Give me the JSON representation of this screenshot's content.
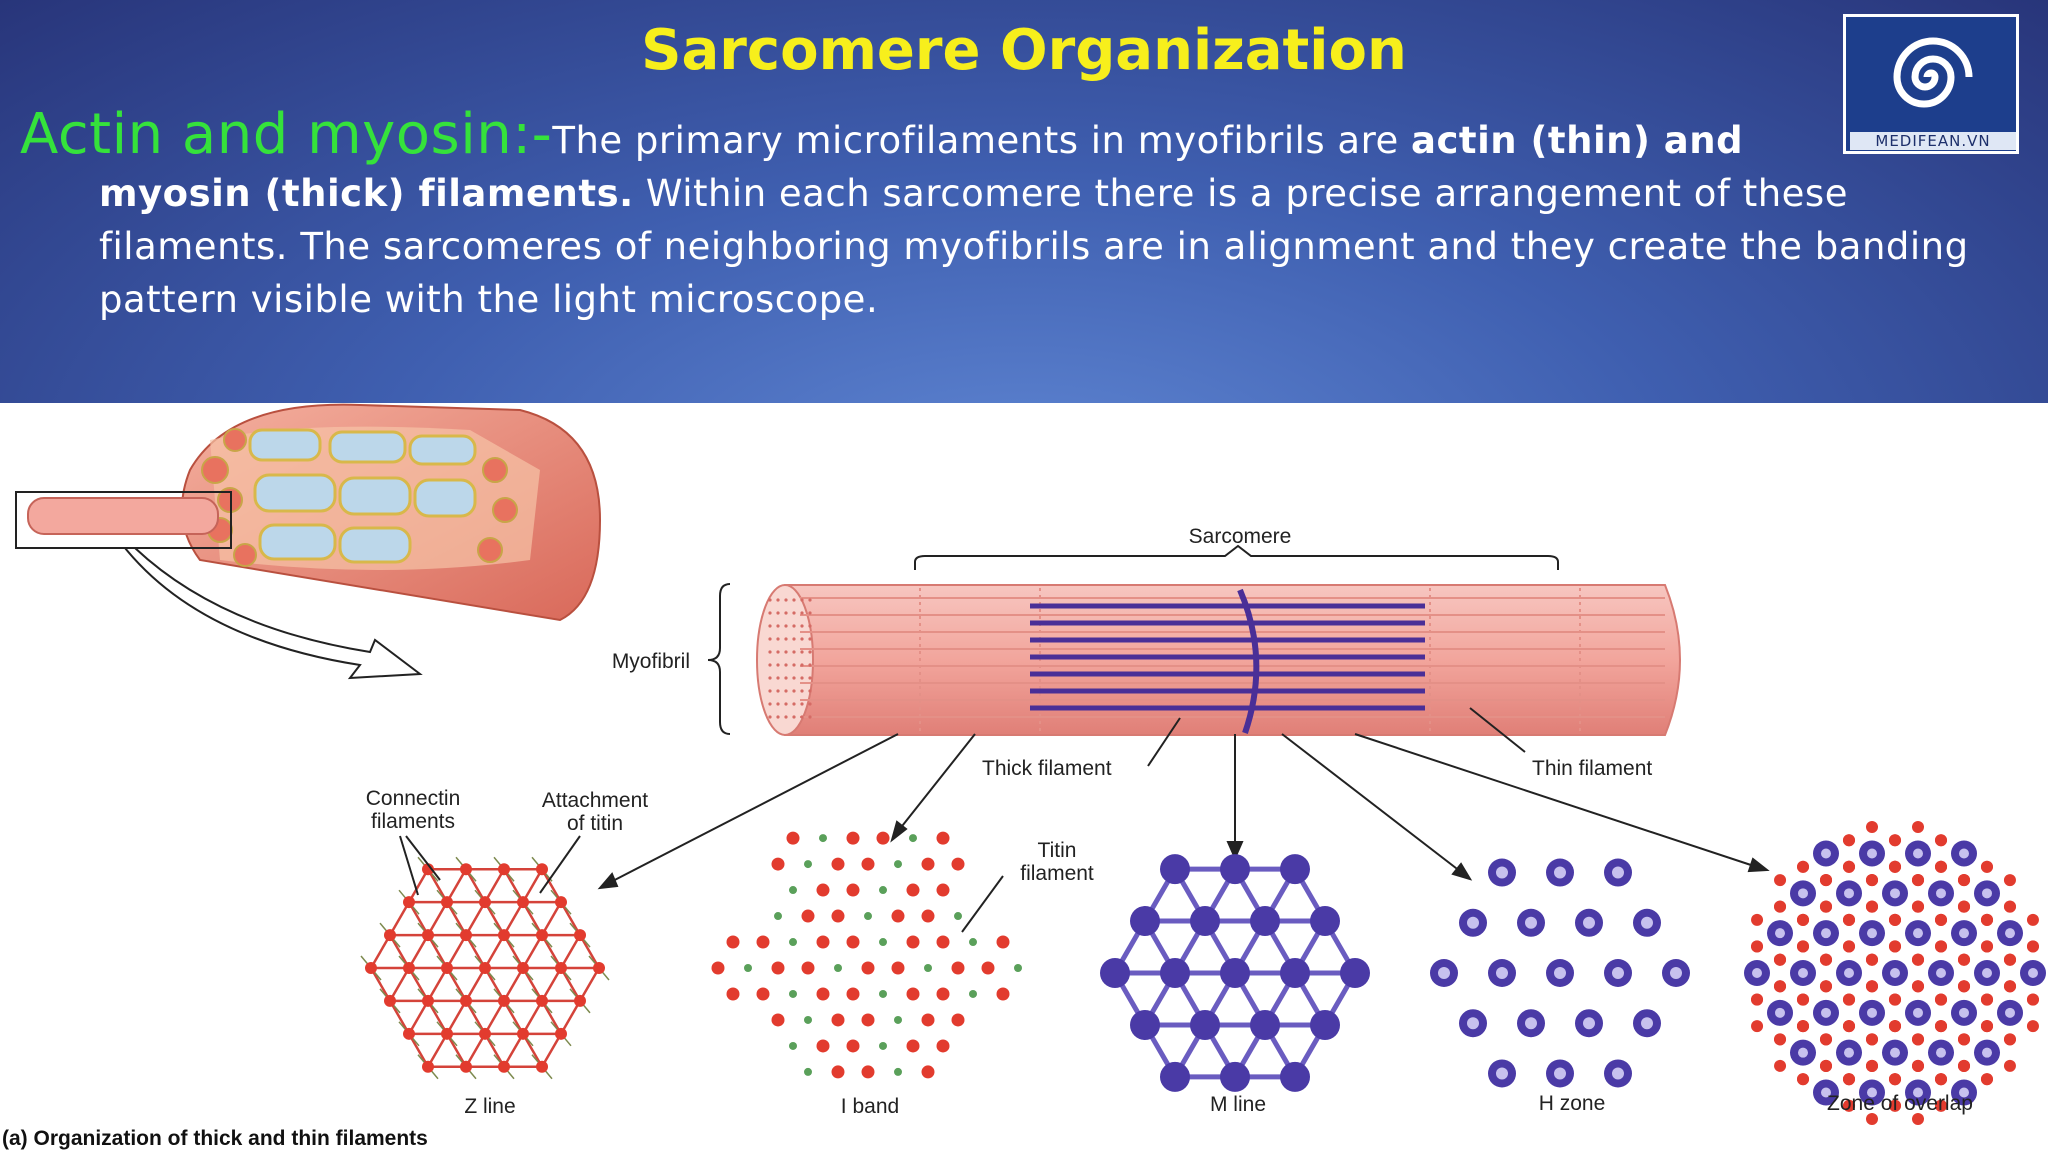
{
  "slide": {
    "title": "Sarcomere Organization",
    "lead": "Actin and myosin:-",
    "text_1": "The primary microfilaments in myofibrils are ",
    "bold_1": "actin (thin) and",
    "bold_2": "myosin (thick) filaments.",
    "text_2": " Within each sarcomere there is a precise arrangement of these filaments. The sarcomeres of neighboring myofibrils are in alignment and they create the banding pattern visible with the light microscope."
  },
  "logo": {
    "text": "MEDIFEAN.VN",
    "icon": "spiral-icon"
  },
  "diagram": {
    "sarcomere": "Sarcomere",
    "myofibril": "Myofibril",
    "thick_filament": "Thick filament",
    "thin_filament": "Thin filament",
    "connectin_1": "Connectin",
    "connectin_2": "filaments",
    "attachment_1": "Attachment",
    "attachment_2": "of titin",
    "titin_1": "Titin",
    "titin_2": "filament",
    "z_line": "Z line",
    "i_band": "I band",
    "m_line": "M line",
    "h_zone": "H zone",
    "zone_overlap": "Zone of overlap",
    "caption": "(a) Organization of thick and thin filaments"
  },
  "colors": {
    "actin": "#e23b2e",
    "myosin": "#4a3aa6",
    "titin": "#5aa05a",
    "title": "#f7ef1c",
    "lead": "#35e23b"
  }
}
